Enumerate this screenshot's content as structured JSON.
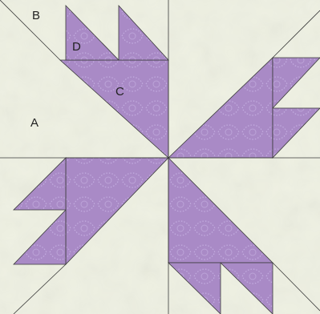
{
  "colors": {
    "background": "#eef0e2",
    "purple": "#a98ac6",
    "purple_dark": "#8f6fb0",
    "seam": "#3a3a3a"
  },
  "labels": {
    "a": "A",
    "b": "B",
    "c": "C",
    "d": "D"
  }
}
